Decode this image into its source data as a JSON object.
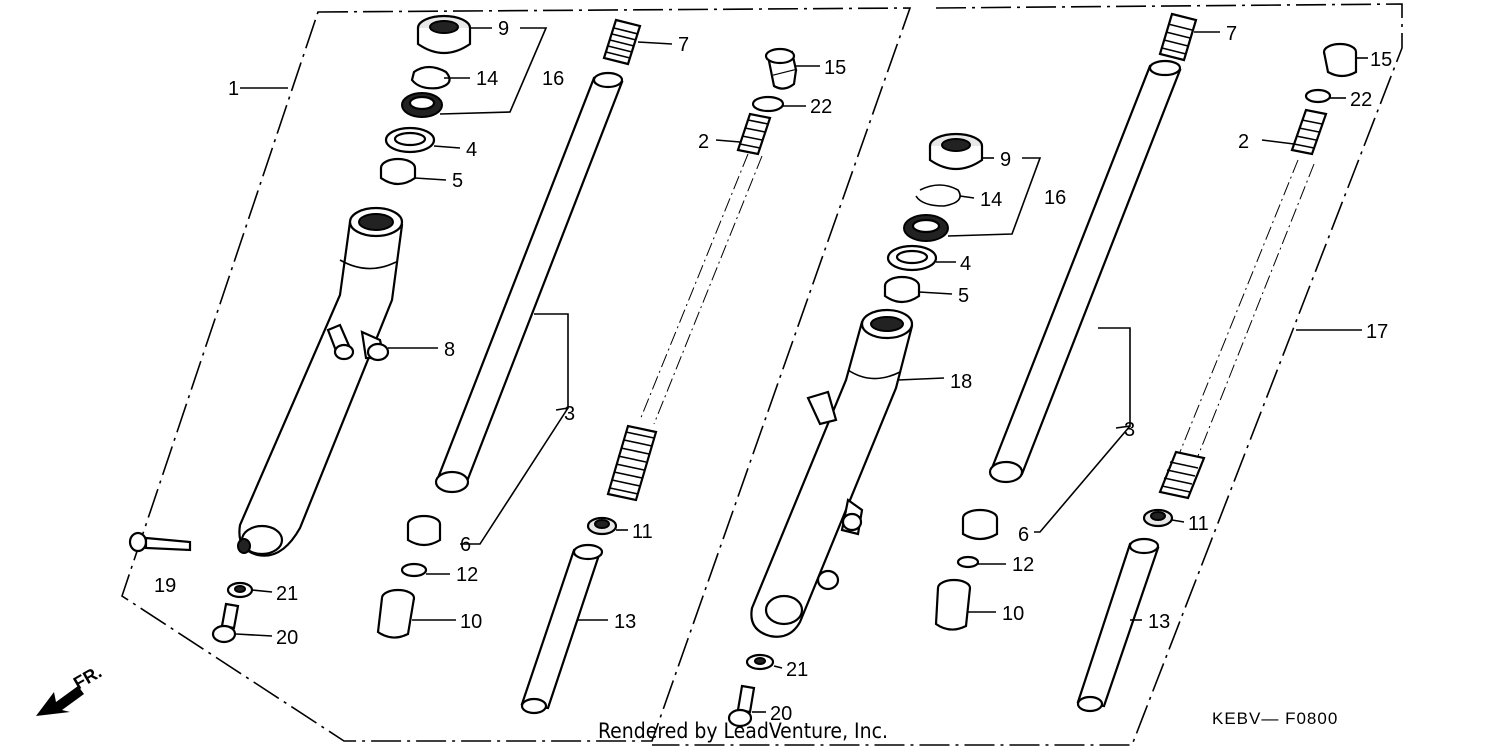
{
  "labels_left": {
    "p1": "1",
    "p9": "9",
    "p14": "14",
    "p16": "16",
    "p4": "4",
    "p5": "5",
    "p8": "8",
    "p7": "7",
    "p15": "15",
    "p22": "22",
    "p2": "2",
    "p3": "3",
    "p6": "6",
    "p11": "11",
    "p12": "12",
    "p10": "10",
    "p13": "13",
    "p19": "19",
    "p21": "21",
    "p20": "20"
  },
  "labels_right": {
    "p7": "7",
    "p15": "15",
    "p22": "22",
    "p2": "2",
    "p9": "9",
    "p14": "14",
    "p16": "16",
    "p4": "4",
    "p5": "5",
    "p18": "18",
    "p3": "3",
    "p17": "17",
    "p6": "6",
    "p11": "11",
    "p12": "12",
    "p10": "10",
    "p13": "13",
    "p21": "21",
    "p20": "20"
  },
  "front_arrow": "FR.",
  "diagram_code": "KEBV— F0800",
  "watermark": "Rendered by LeadVenture, Inc."
}
